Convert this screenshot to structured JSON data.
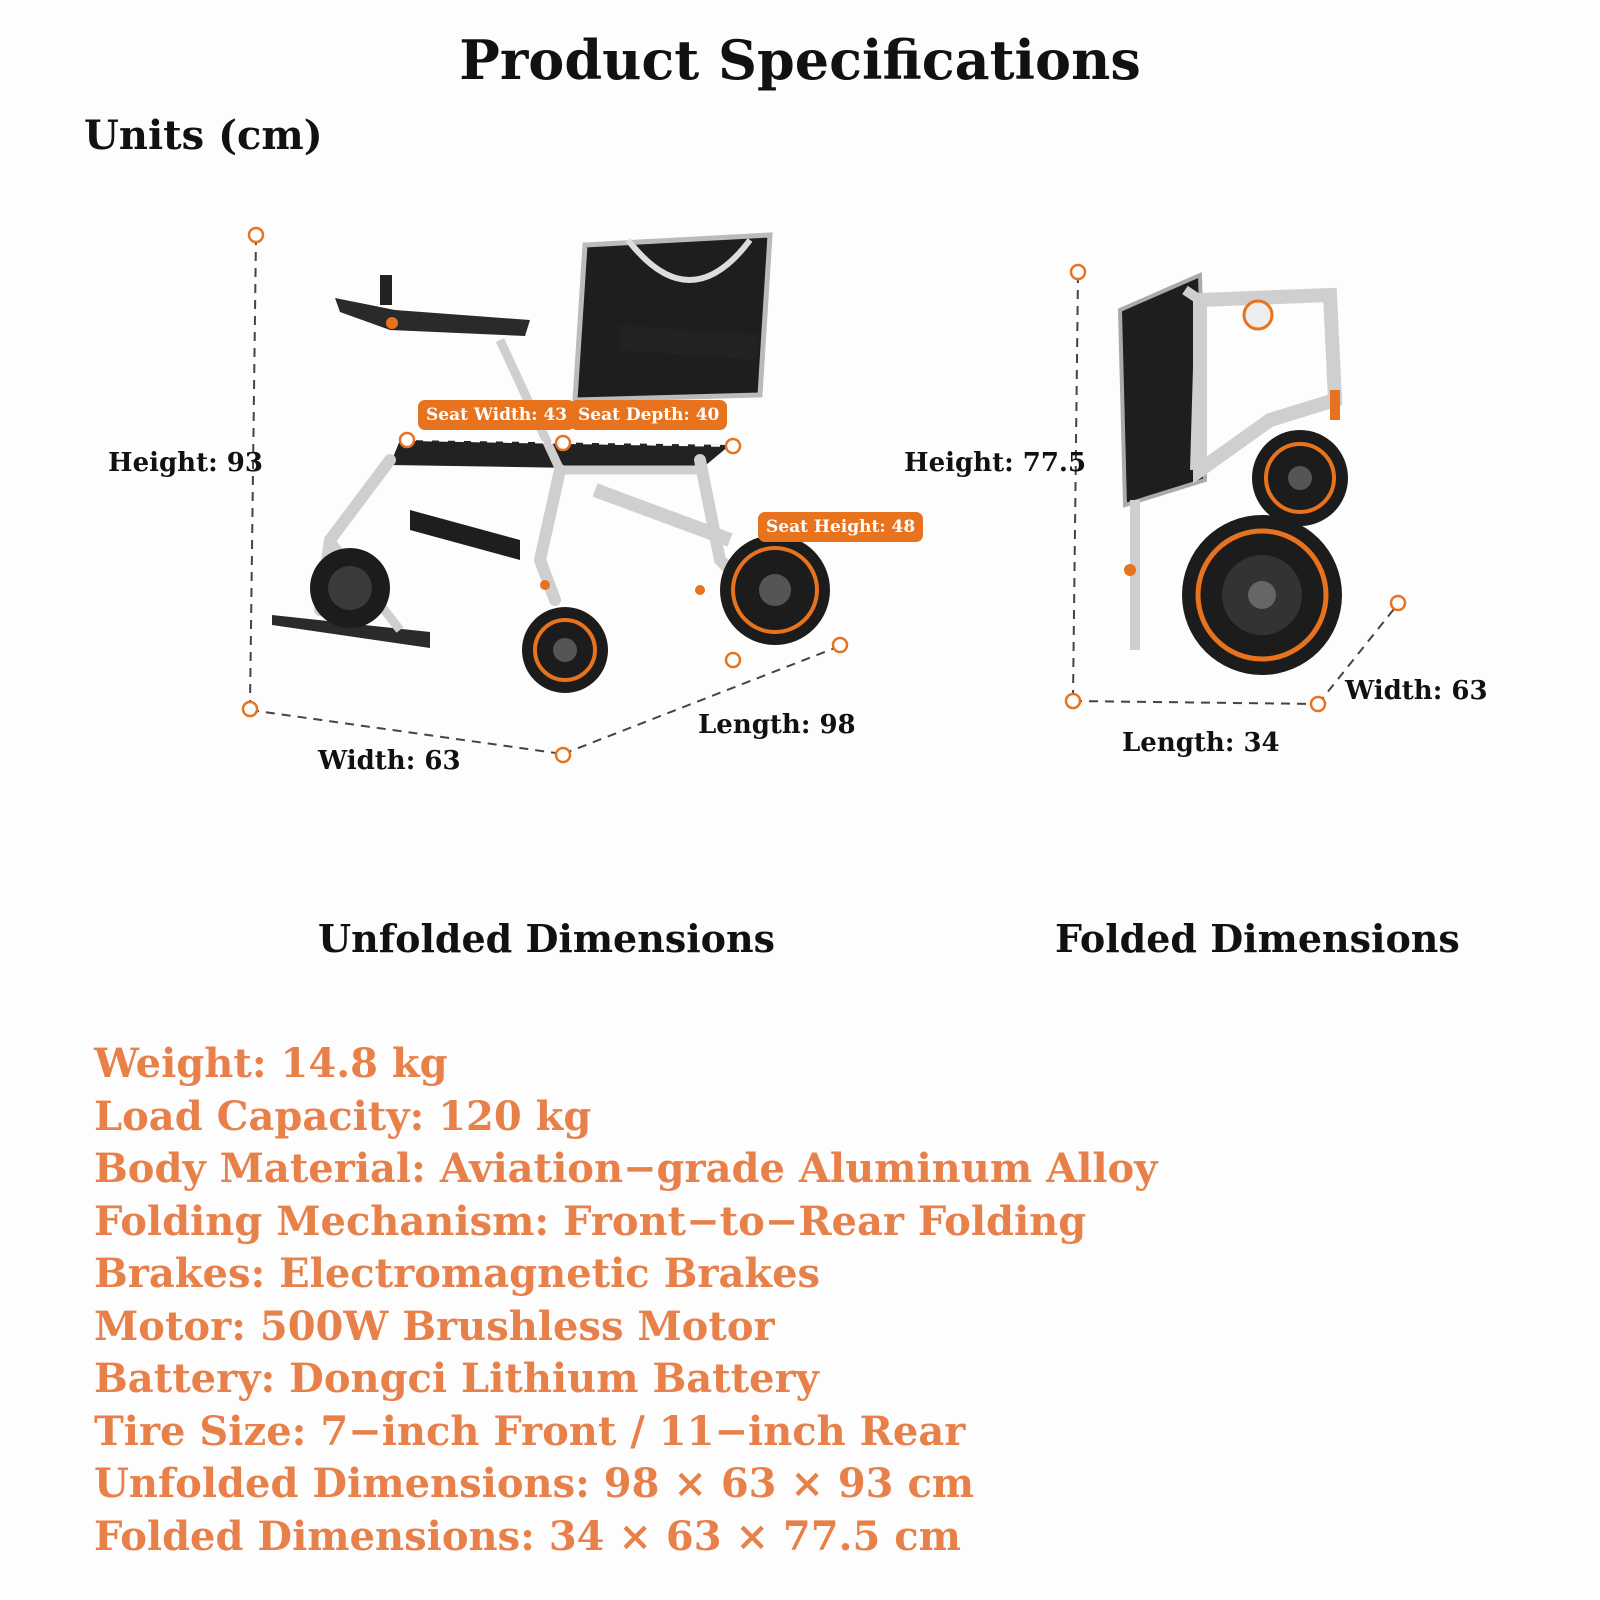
{
  "header": {
    "title": "Product Specifications",
    "units": "Units (cm)"
  },
  "unfolded": {
    "caption": "Unfolded Dimensions",
    "height_label": "Height: 93",
    "width_label": "Width: 63",
    "length_label": "Length: 98",
    "seat_width_tag": "Seat Width: 43",
    "seat_depth_tag": "Seat Depth: 40",
    "seat_height_tag": "Seat Height: 48"
  },
  "folded": {
    "caption": "Folded Dimensions",
    "height_label": "Height: 77.5",
    "width_label": "Width: 63",
    "length_label": "Length: 34"
  },
  "specs": [
    "Weight: 14.8 kg",
    "Load Capacity: 120 kg",
    "Body Material: Aviation−grade Aluminum Alloy",
    "Folding Mechanism: Front−to−Rear Folding",
    "Brakes: Electromagnetic Brakes",
    "Motor: 500W Brushless Motor",
    "Battery: Dongci Lithium Battery",
    "Tire Size: 7−inch Front / 11−inch Rear",
    "Unfolded Dimensions: 98 × 63 × 93 cm",
    "Folded Dimensions: 34 × 63 × 77.5 cm"
  ],
  "colors": {
    "accent": "#e8731f",
    "spec_text": "#e8804a",
    "frame": "#c9c9c9",
    "seat": "#1e1e1e"
  }
}
